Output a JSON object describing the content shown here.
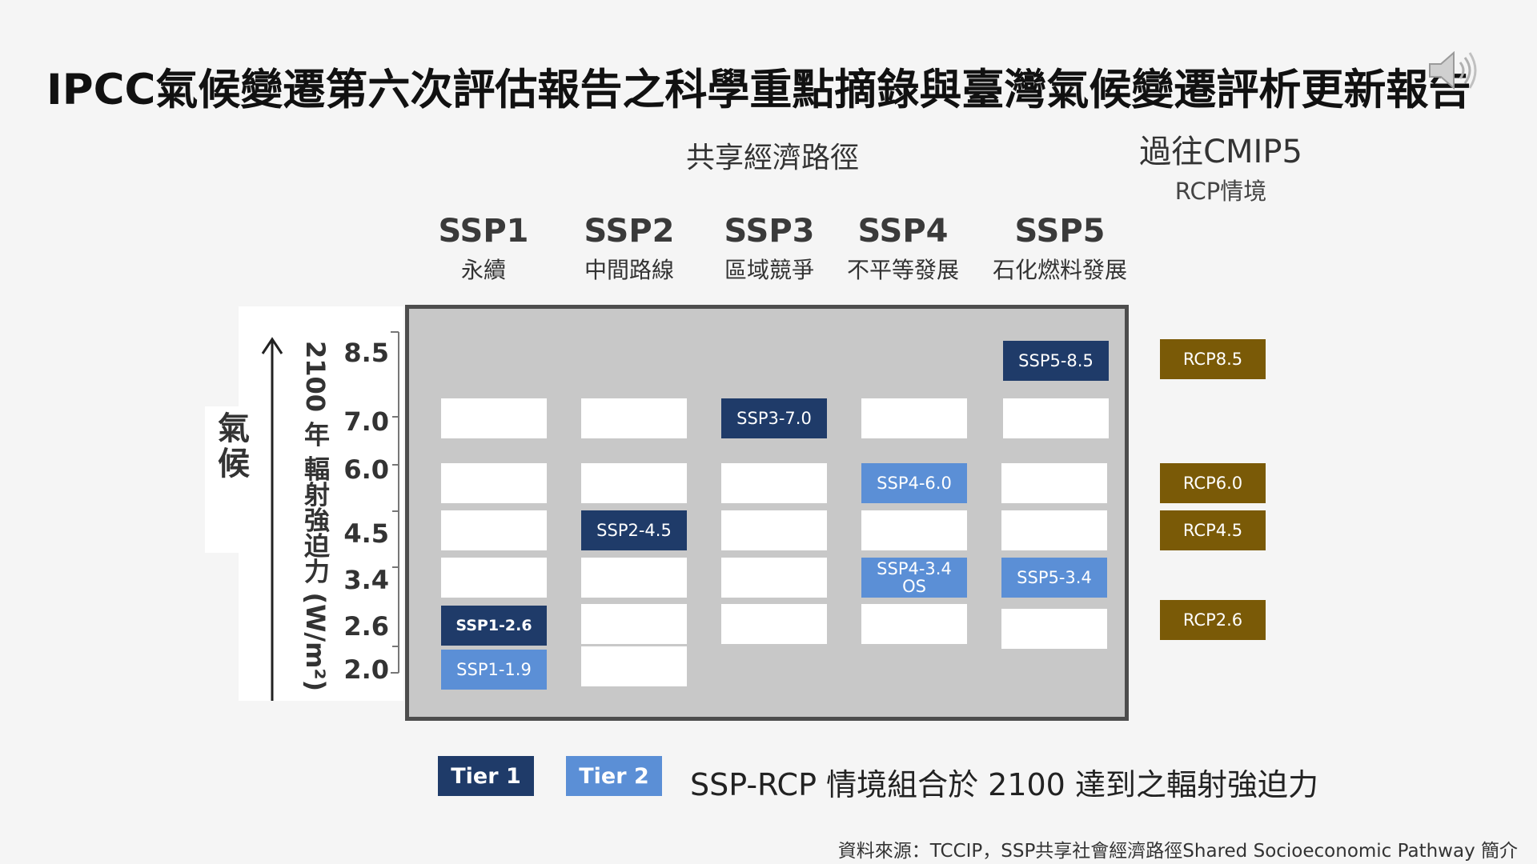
{
  "title": "IPCC氣候變遷第六次評估報告之科學重點摘錄與臺灣氣候變遷評析更新報告",
  "headers": {
    "shared": "共享經濟路徑",
    "cmip": "過往CMIP5",
    "rcp": "RCP情境"
  },
  "ssps": [
    {
      "name": "SSP1",
      "desc": "永續"
    },
    {
      "name": "SSP2",
      "desc": "中間路線"
    },
    {
      "name": "SSP3",
      "desc": "區域競爭"
    },
    {
      "name": "SSP4",
      "desc": "不平等發展"
    },
    {
      "name": "SSP5",
      "desc": "石化燃料發展"
    }
  ],
  "axis": {
    "climate_label": "氣候",
    "title": "2100 年 輻射強迫力 (W/m²)",
    "ticks": [
      "8.5",
      "7.0",
      "6.0",
      "4.5",
      "3.4",
      "2.6",
      "2.0"
    ]
  },
  "scenarios": {
    "ssp1_26": "SSP1-2.6",
    "ssp1_19": "SSP1-1.9",
    "ssp2_45": "SSP2-4.5",
    "ssp3_70": "SSP3-7.0",
    "ssp4_60": "SSP4-6.0",
    "ssp4_34os_1": "SSP4-3.4",
    "ssp4_34os_2": "OS",
    "ssp5_85": "SSP5-8.5",
    "ssp5_34": "SSP5-3.4"
  },
  "rcps": {
    "rcp85": "RCP8.5",
    "rcp60": "RCP6.0",
    "rcp45": "RCP4.5",
    "rcp26": "RCP2.6"
  },
  "legend": {
    "tier1": "Tier 1",
    "tier2": "Tier 2",
    "caption": "SSP-RCP 情境組合於 2100 達到之輻射強迫力"
  },
  "source": "資料來源：TCCIP，SSP共享社會經濟路徑Shared Socioeconomic Pathway 簡介",
  "colors": {
    "tier1": "#1f3b69",
    "tier2": "#5b8fd6",
    "rcp": "#7a5a07",
    "grid_bg": "#c8c8c8"
  }
}
